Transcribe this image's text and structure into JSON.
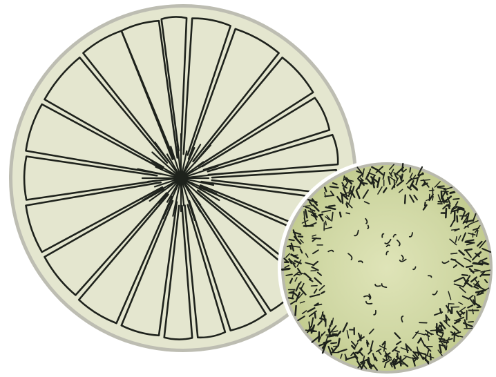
{
  "scene": {
    "description_visible_text": "",
    "colors": {
      "background": "#ffffff",
      "large_plate_fill": "#e4e6cf",
      "large_plate_rim": "#bcbcb0",
      "small_plate_fill": "#c9d39b",
      "small_plate_inner": "#d6dcad",
      "small_plate_rim": "#b8b8ac",
      "ink": "#1e221c"
    },
    "large_plate": {
      "pattern": "radial-streak",
      "segment_count": 20
    },
    "small_plate": {
      "pattern": "dense-rim-colonies"
    }
  }
}
